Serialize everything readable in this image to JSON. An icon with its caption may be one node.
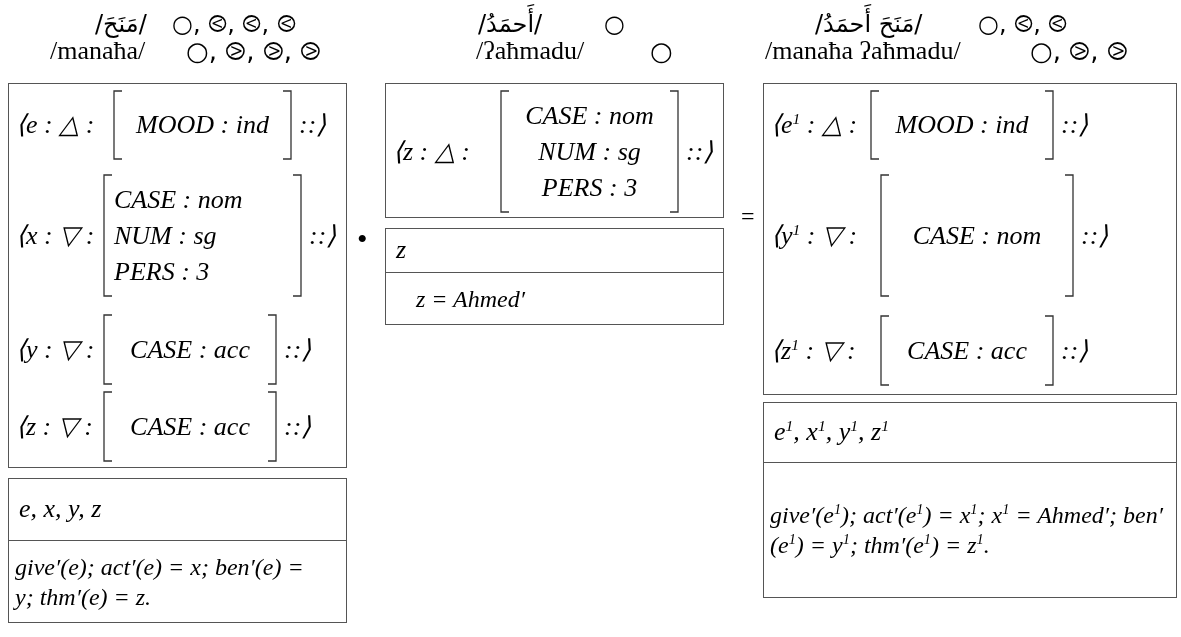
{
  "diagram": {
    "nodes": [
      {
        "text": [],
        "shape": "box"
      },
      {
        "text": [
          "⟨e : △ :",
          "MOOD : ind",
          "::⟩"
        ],
        "in": 0
      },
      {
        "text": [
          "⟨x : ▽ :",
          "CASE :  nom",
          "NUM : sg",
          "PERS : 3",
          "::⟩"
        ],
        "in": 0
      },
      {
        "text": [
          "⟨y : ▽ :",
          "CASE : acc",
          "::⟩"
        ],
        "in": 0
      },
      {
        "text": [
          "⟨z : ▽ :",
          "CASE : acc",
          "::⟩"
        ],
        "in": 0
      },
      {
        "text": [
          "e, x, y, z",
          "give′(e); act′(e) = x; ben′(e) = y; thm′(e) = z."
        ]
      },
      {
        "text": [],
        "shape": "box"
      },
      {
        "text": [
          "⟨z : △ :",
          "CASE : nom",
          "NUM : sg",
          "PERS : 3",
          "::⟩"
        ],
        "in": 6
      },
      {
        "text": [
          "z",
          "z = Ahmed′"
        ]
      },
      {
        "text": [],
        "shape": "box"
      },
      {
        "text": [
          "⟨e$^{1}$ : △ :",
          "MOOD : ind",
          "::⟩"
        ],
        "in": 9
      },
      {
        "text": [
          "⟨y$^{1}$ : ▽ :",
          "CASE :  nom",
          "::⟩"
        ],
        "in": 9
      },
      {
        "text": [
          "⟨z$^{1}$ : ▽ :",
          "CASE : acc",
          "::⟩"
        ],
        "in": 9
      },
      {
        "text": [
          "e$^{1}$, x$^{1}$, y$^{1}$, z$^{1}$",
          "give′(e$^{1}$); act′(e$^{1}$) = x$^{1}$; x$^{1}$ = Ahmed′; ben′(e$^{1}$) = y$^{1}$; thm′(e$^{1}$) = z$^{1}$."
        ]
      }
    ],
    "edges": [],
    "labels": [
      "/مَنَحَ/",
      "○, ⧀, ⧀, ⧀",
      "/أَحمَدُ/",
      "○",
      "/مَنَحَ أَحمَدُ/",
      "○, ⧀, ⧀",
      "/manaħa/",
      "○, ⧁, ⧁, ⧁",
      "/ʔaħmadu/",
      "○",
      "/manaħa ʔaħmadu/",
      "○, ⧁, ⧁",
      "•",
      "="
    ]
  }
}
